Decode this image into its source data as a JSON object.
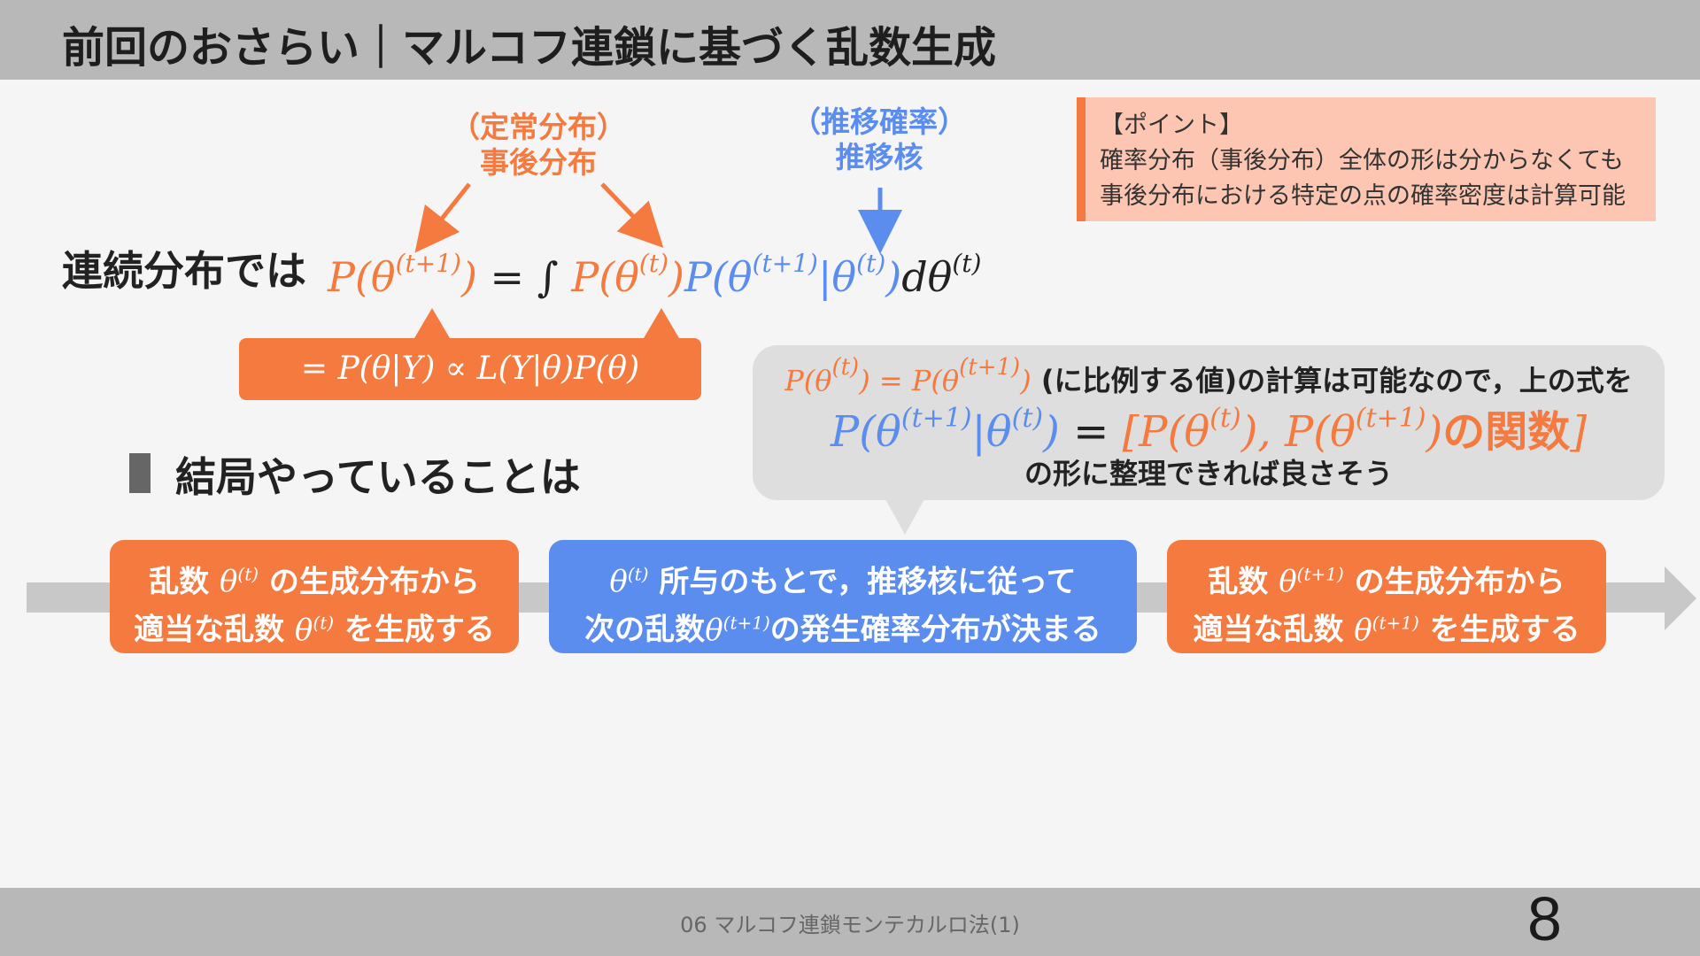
{
  "header": {
    "title": "前回のおさらい｜マルコフ連鎖に基づく乱数生成"
  },
  "labels": {
    "stationary_line1": "（定常分布）",
    "stationary_line2": "事後分布",
    "transition_line1": "（推移確率）",
    "transition_line2": "推移核"
  },
  "point_box": {
    "title": "【ポイント】",
    "line1": "確率分布（事後分布）全体の形は分からなくても",
    "line2": "事後分布における特定の点の確率密度は計算可能"
  },
  "formula": {
    "label": "連続分布では",
    "callout": "= P(θ|Y) ∝ L(Y|θ)P(θ)"
  },
  "bubble": {
    "line1_suffix": "(に比例する値)の計算は可能なので，上の式を",
    "line2_suffix": "の関数",
    "line3": "の形に整理できれば良さそう"
  },
  "section": {
    "title": "結局やっていることは"
  },
  "steps": [
    {
      "line1_a": "乱数 ",
      "line1_b": " の生成分布から",
      "line2_a": "適当な乱数 ",
      "line2_b": " を生成する",
      "sup": "(t)",
      "color": "#f47a3f"
    },
    {
      "line1_a": "",
      "line1_b": " 所与のもとで，推移核に従って",
      "line2_a": "次の乱数",
      "line2_b": "の発生確率分布が決まる",
      "sup1": "(t)",
      "sup2": "(t+1)",
      "color": "#5b8def"
    },
    {
      "line1_a": "乱数 ",
      "line1_b": " の生成分布から",
      "line2_a": "適当な乱数 ",
      "line2_b": " を生成する",
      "sup": "(t+1)",
      "color": "#f47a3f"
    }
  ],
  "footer": {
    "text": "06 マルコフ連鎖モンテカルロ法(1)",
    "page": "8"
  },
  "colors": {
    "orange": "#f47a3f",
    "blue": "#5b8def",
    "header": "#b8b8b8"
  }
}
